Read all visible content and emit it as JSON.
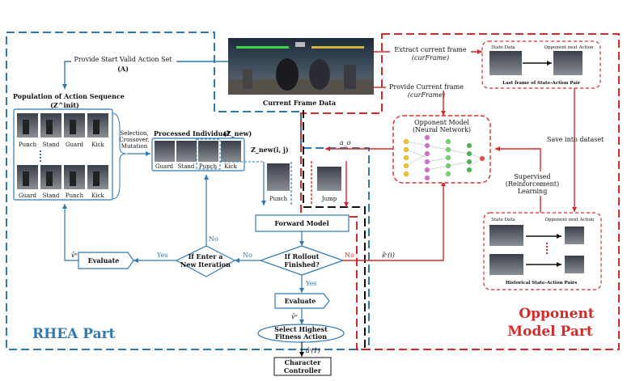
{
  "rhea_title": "RHEA Part",
  "opp_title_1": "Opponent",
  "opp_title_2": "Model Part",
  "current_frame_label": "Current Frame Data",
  "provide_start_set": "Provide Start Valid Action Set",
  "label_A": "(A)",
  "extract_frame": "Extract current frame",
  "extract_frame_var": "(curFrame)",
  "provide_frame": "Provide Current frame",
  "provide_frame_var": "(curFrame)",
  "population_title": "Population of Action Sequence",
  "population_var": "(Z^init)",
  "actions_row1": [
    "Punch",
    "Stand",
    "Guard",
    "Kick"
  ],
  "actions_row2": [
    "Guard",
    "Stand",
    "Punch",
    "Kick"
  ],
  "ops_1": "Selection,",
  "ops_2": "Crossover,",
  "ops_3": "Mutation",
  "processed_title": "Processed Individual",
  "processed_var": "(Z_new)",
  "processed_actions": [
    "Guard",
    "Stand",
    "Punch",
    "Kick"
  ],
  "z_new_ij": "Z_new(i, j)",
  "punch_label": "Punch",
  "jump_label": "Jump",
  "a_o": "a_o",
  "forward_model": "Forward Model",
  "if_rollout_1": "If Rollout",
  "if_rollout_2": "Finished?",
  "if_enter_1": "If Enter a",
  "if_enter_2": "New Iteration",
  "yes": "Yes",
  "no": "No",
  "evaluate": "Evaluate",
  "v_n": "v̄ⁿ",
  "s_hat": "ŝᵛ(i)",
  "select_1": "Select Highest",
  "select_2": "Fitness Action",
  "a_hat": "âⁱ(1)",
  "char_1": "Character",
  "char_2": "Controller",
  "opp_model_1": "Opponent Model",
  "opp_model_2": "(Neural Network)",
  "state_data": "State Data",
  "opp_next_action": "Opponent next Action",
  "last_frame_pair": "Last frame of State-Action Pair",
  "save_dataset": "Save into dataset",
  "supervised_1": "Supervised",
  "supervised_2": "(Reinforcement)",
  "supervised_3": "Learning",
  "historical_pairs": "Historical State-Action Pairs",
  "colors": {
    "blue": "#2f79b3",
    "red": "#d62a2a",
    "black": "#111111"
  }
}
